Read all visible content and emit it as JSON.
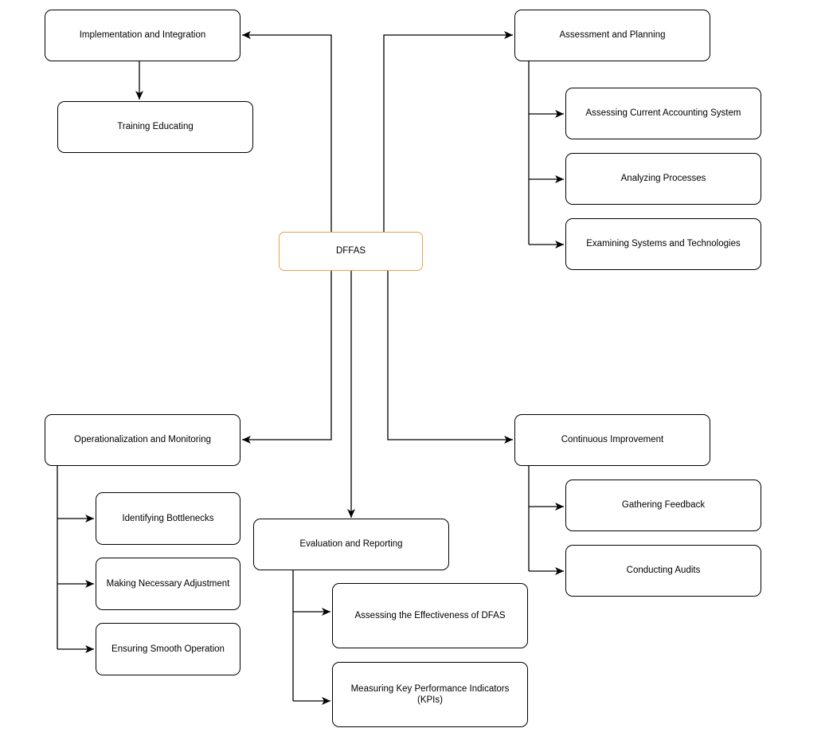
{
  "diagram": {
    "root": {
      "label": "DFFAS",
      "border_color": "#f0a04b"
    },
    "branches": {
      "implementation": {
        "label": "Implementation and Integration",
        "children": [
          "Training Educating"
        ]
      },
      "assessment": {
        "label": "Assessment and Planning",
        "children": [
          "Assessing Current Accounting System",
          "Analyzing Processes",
          "Examining Systems and Technologies"
        ]
      },
      "operationalization": {
        "label": "Operationalization and Monitoring",
        "children": [
          "Identifying Bottlenecks",
          "Making Necessary Adjustment",
          "Ensuring Smooth Operation"
        ]
      },
      "evaluation": {
        "label": "Evaluation and Reporting",
        "children": [
          "Assessing the Effectiveness of DFAS",
          "Measuring Key Performance Indicators (KPIs)"
        ]
      },
      "continuous": {
        "label": "Continuous Improvement",
        "children": [
          "Gathering Feedback",
          "Conducting Audits"
        ]
      }
    },
    "edge_color": "#000000"
  }
}
